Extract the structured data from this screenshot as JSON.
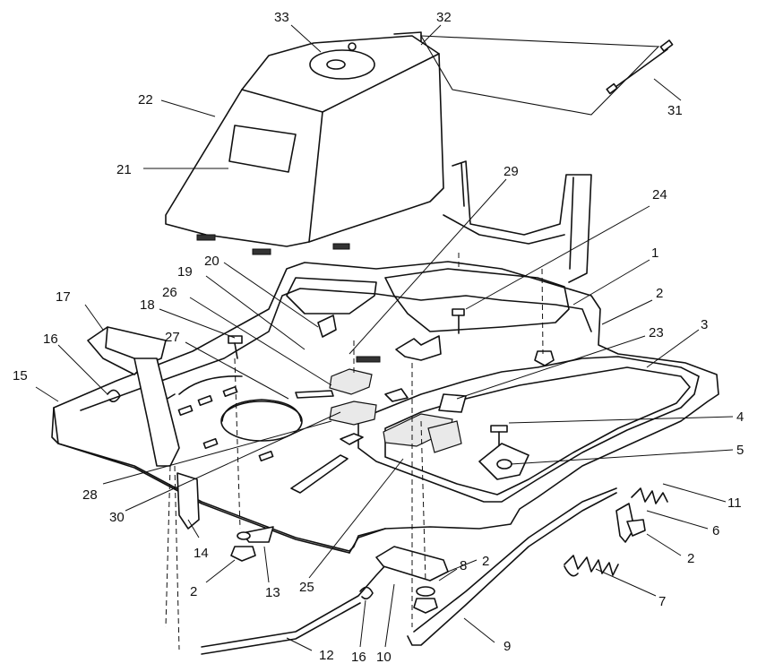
{
  "callouts": [
    {
      "id": "1",
      "text": "1"
    },
    {
      "id": "2a",
      "text": "2"
    },
    {
      "id": "3",
      "text": "3"
    },
    {
      "id": "4",
      "text": "4"
    },
    {
      "id": "5",
      "text": "5"
    },
    {
      "id": "11",
      "text": "11"
    },
    {
      "id": "6",
      "text": "6"
    },
    {
      "id": "2b",
      "text": "2"
    },
    {
      "id": "7",
      "text": "7"
    },
    {
      "id": "8",
      "text": "8"
    },
    {
      "id": "2c",
      "text": "2"
    },
    {
      "id": "9",
      "text": "9"
    },
    {
      "id": "10",
      "text": "10"
    },
    {
      "id": "16a",
      "text": "16"
    },
    {
      "id": "12",
      "text": "12"
    },
    {
      "id": "25",
      "text": "25"
    },
    {
      "id": "13",
      "text": "13"
    },
    {
      "id": "2d",
      "text": "2"
    },
    {
      "id": "14",
      "text": "14"
    },
    {
      "id": "30",
      "text": "30"
    },
    {
      "id": "28",
      "text": "28"
    },
    {
      "id": "15",
      "text": "15"
    },
    {
      "id": "16b",
      "text": "16"
    },
    {
      "id": "17",
      "text": "17"
    },
    {
      "id": "27",
      "text": "27"
    },
    {
      "id": "18",
      "text": "18"
    },
    {
      "id": "26",
      "text": "26"
    },
    {
      "id": "19",
      "text": "19"
    },
    {
      "id": "20",
      "text": "20"
    },
    {
      "id": "23",
      "text": "23"
    },
    {
      "id": "24",
      "text": "24"
    },
    {
      "id": "29",
      "text": "29"
    },
    {
      "id": "21",
      "text": "21"
    },
    {
      "id": "22",
      "text": "22"
    },
    {
      "id": "33",
      "text": "33"
    },
    {
      "id": "32",
      "text": "32"
    },
    {
      "id": "31",
      "text": "31"
    }
  ]
}
